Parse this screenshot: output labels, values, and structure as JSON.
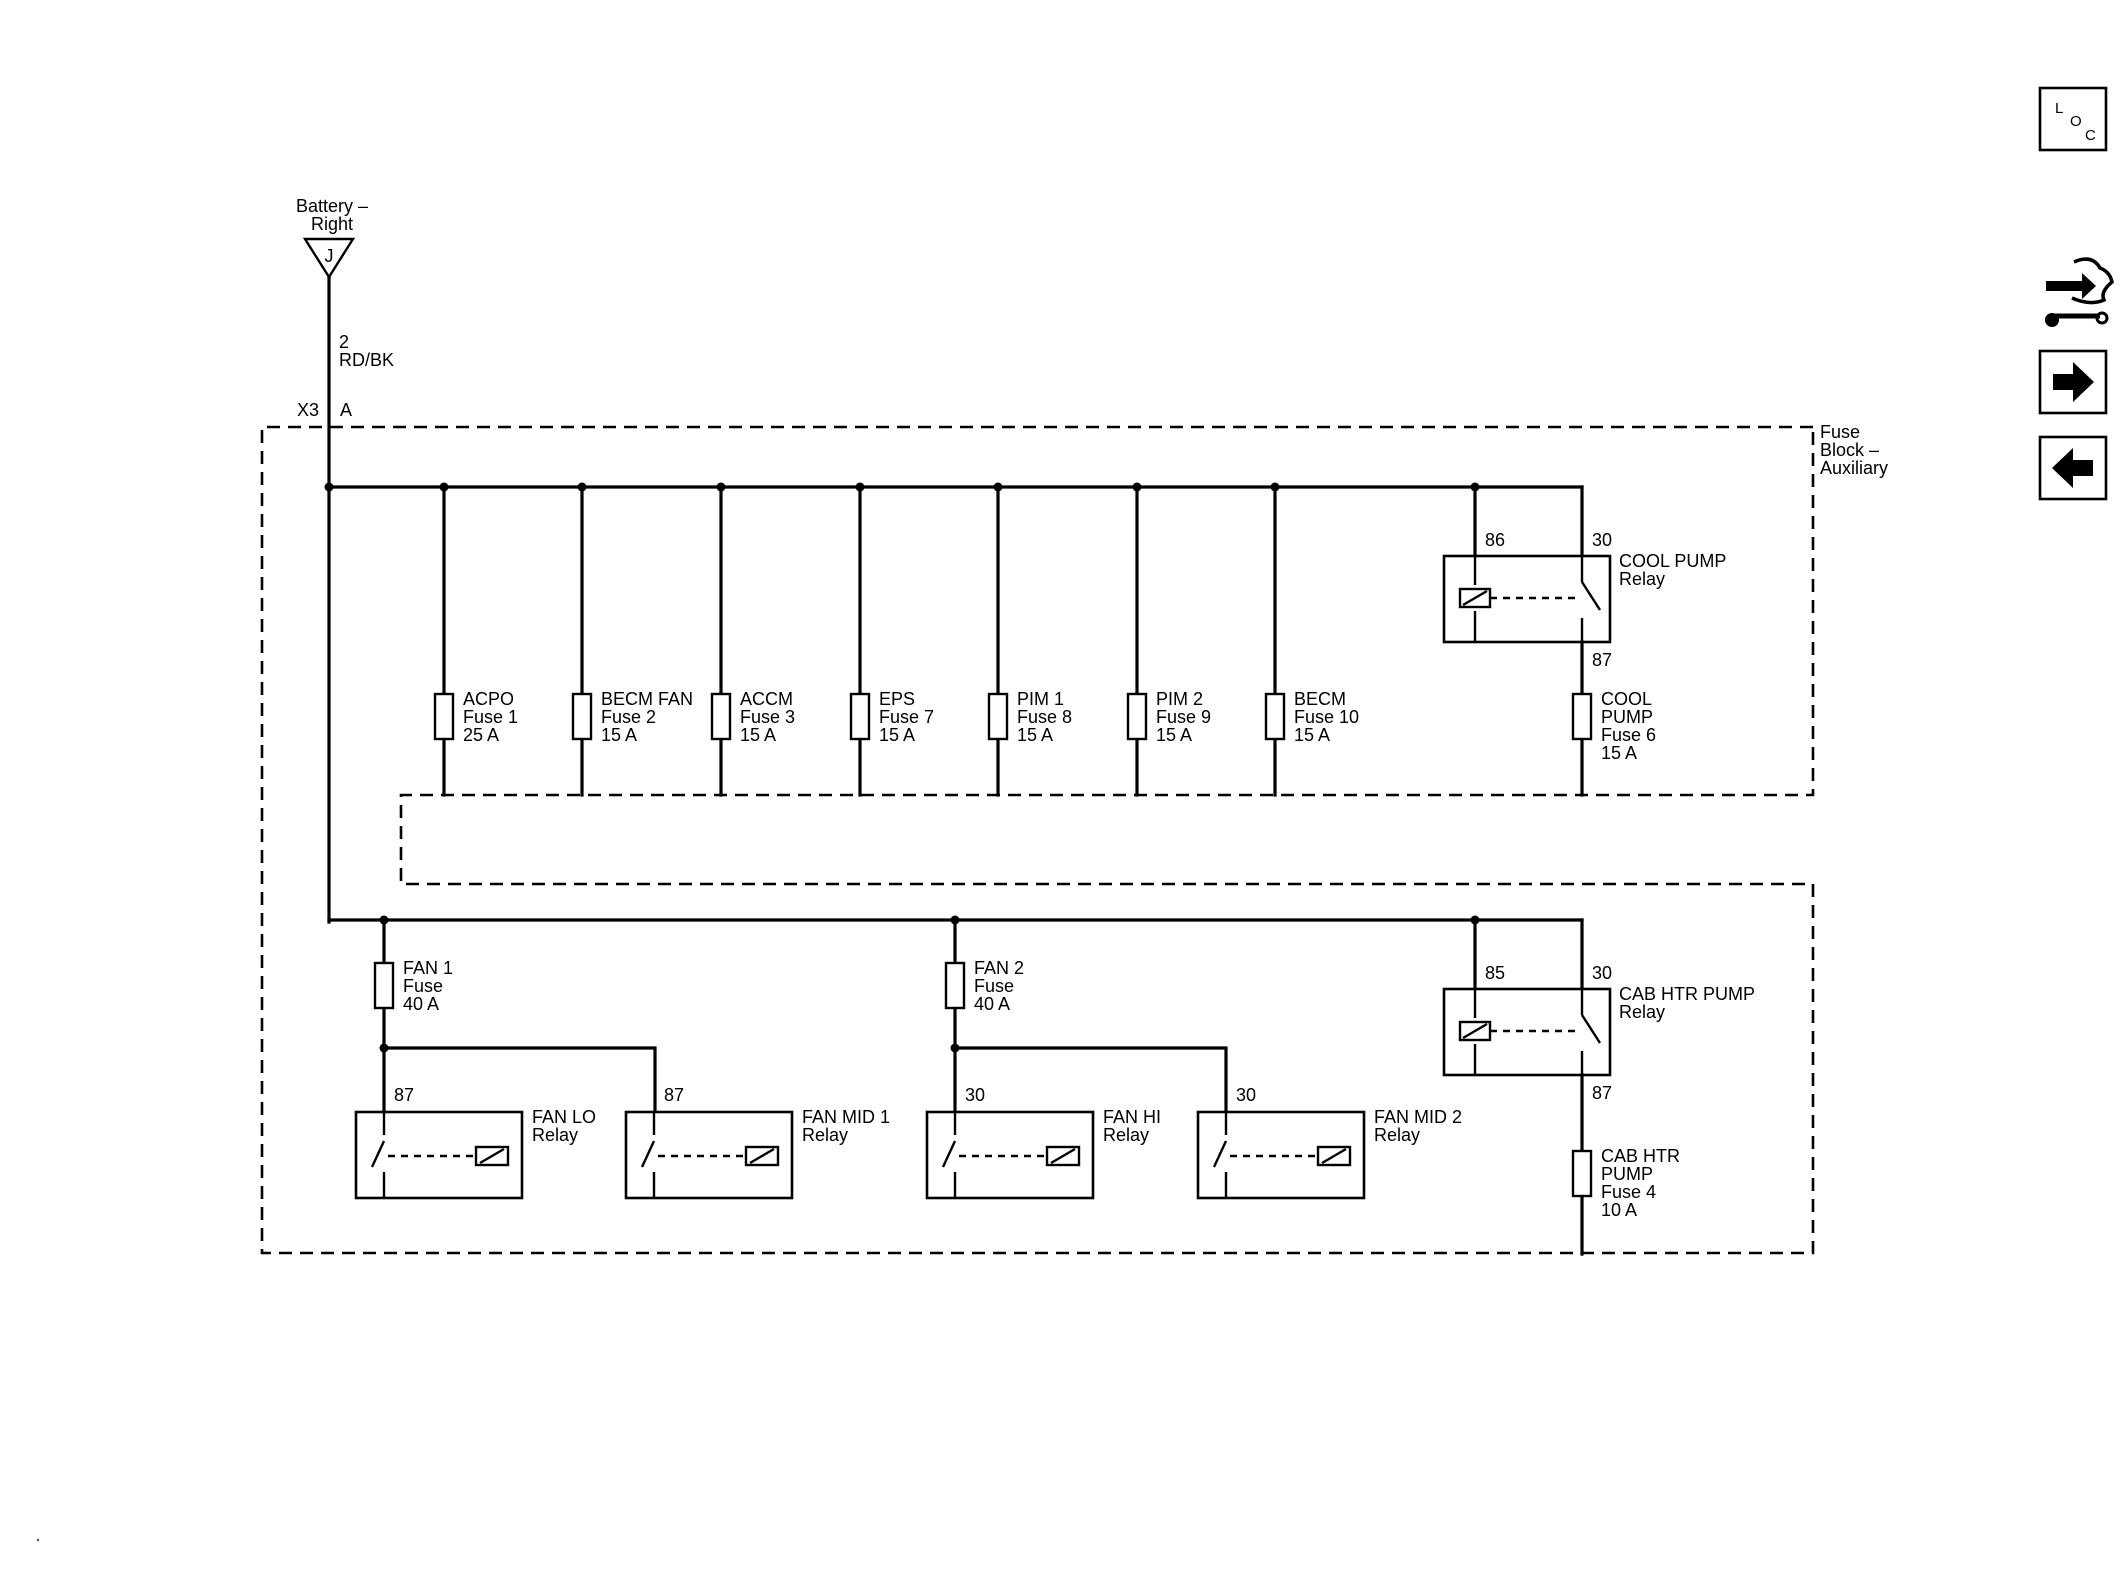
{
  "source": {
    "label_line1": "Battery –",
    "label_line2": "Right",
    "connector_letter": "J",
    "wire_circuit": "2",
    "wire_color": "RD/BK",
    "connector_id": "X3",
    "connector_pin": "A"
  },
  "module": {
    "line1": "Fuse",
    "line2": "Block –",
    "line3": "Auxiliary"
  },
  "upper_fuses": [
    {
      "l1": "ACPO",
      "l2": "Fuse 1",
      "l3": "25 A"
    },
    {
      "l1": "BECM FAN",
      "l2": "Fuse 2",
      "l3": "15 A"
    },
    {
      "l1": "ACCM",
      "l2": "Fuse 3",
      "l3": "15 A"
    },
    {
      "l1": "EPS",
      "l2": "Fuse 7",
      "l3": "15 A"
    },
    {
      "l1": "PIM 1",
      "l2": "Fuse 8",
      "l3": "15 A"
    },
    {
      "l1": "PIM 2",
      "l2": "Fuse 9",
      "l3": "15 A"
    },
    {
      "l1": "BECM",
      "l2": "Fuse 10",
      "l3": "15 A"
    }
  ],
  "cool_pump_relay": {
    "l1": "COOL PUMP",
    "l2": "Relay",
    "pin_coil": "86",
    "pin_in": "30",
    "pin_out": "87"
  },
  "cool_pump_fuse": {
    "l1": "COOL",
    "l2": "PUMP",
    "l3": "Fuse 6",
    "l4": "15 A"
  },
  "fan_fuses": [
    {
      "l1": "FAN 1",
      "l2": "Fuse",
      "l3": "40 A"
    },
    {
      "l1": "FAN 2",
      "l2": "Fuse",
      "l3": "40 A"
    }
  ],
  "fan_relays": [
    {
      "l1": "FAN LO",
      "l2": "Relay",
      "pin": "87"
    },
    {
      "l1": "FAN MID 1",
      "l2": "Relay",
      "pin": "87"
    },
    {
      "l1": "FAN HI",
      "l2": "Relay",
      "pin": "30"
    },
    {
      "l1": "FAN MID 2",
      "l2": "Relay",
      "pin": "30"
    }
  ],
  "cab_htr_relay": {
    "l1": "CAB HTR PUMP",
    "l2": "Relay",
    "pin_coil": "85",
    "pin_in": "30",
    "pin_out": "87"
  },
  "cab_htr_fuse": {
    "l1": "CAB HTR",
    "l2": "PUMP",
    "l3": "Fuse 4",
    "l4": "10 A"
  },
  "nav": {
    "loc_letters": [
      "L",
      "O",
      "C"
    ],
    "icons": [
      "connector-repair-icon",
      "arrow-right-icon",
      "arrow-left-icon"
    ]
  }
}
